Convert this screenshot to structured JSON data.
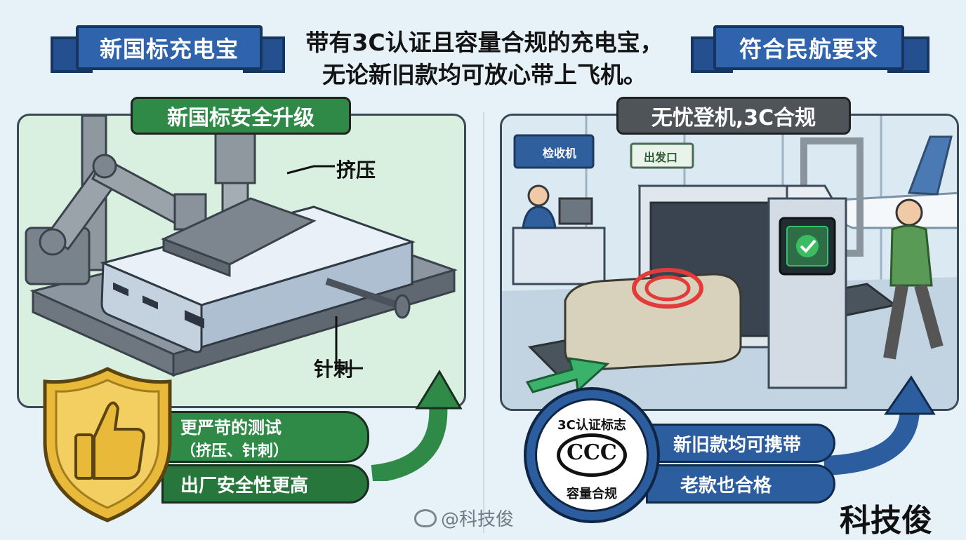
{
  "left_ribbon": "新国标充电宝",
  "right_ribbon": "符合民航要求",
  "headline": [
    "带有3C认证且容量合规的充电宝，",
    "无论新旧款均可放心带上飞机。"
  ],
  "left_panel": {
    "tag": "新国标安全升级",
    "label_squeeze": "挤压",
    "label_pierce": "针刺",
    "pill_line1": "更严苛的测试",
    "pill_line2": "（挤压、针刺）",
    "pill_bottom": "出厂安全性更高"
  },
  "right_panel": {
    "tag": "无忧登机,3C合规",
    "sign_check": "检收机",
    "sign_exit": "出发口",
    "badge_top": "3C认证标志",
    "badge_logo": "CCC",
    "badge_bottom": "容量合规",
    "pill_top": "新旧款均可携带",
    "pill_bottom": "老款也合格"
  },
  "watermark": "@科技俊",
  "brand": "科技俊",
  "colors": {
    "green_panel": "#d9efdf",
    "green_accent": "#2f8a47",
    "blue_accent": "#2f64ad",
    "gold_shield": "#e9b93a"
  }
}
